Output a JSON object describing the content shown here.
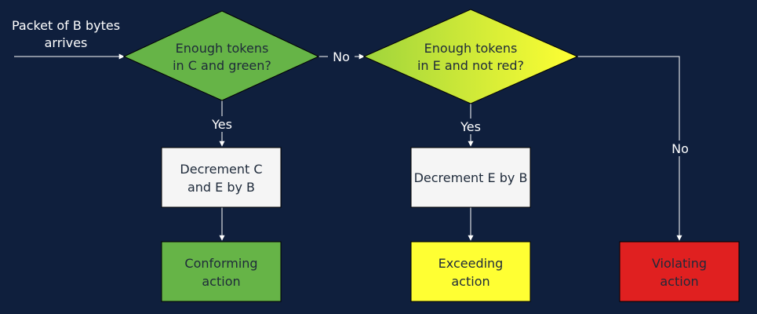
{
  "start_label": [
    "Packet of B bytes",
    "arrives"
  ],
  "decision_green": [
    "Enough tokens",
    "in C and green?"
  ],
  "decision_exceed": [
    "Enough tokens",
    "in E and not red?"
  ],
  "edge_labels": {
    "no_1": "No",
    "yes_1": "Yes",
    "yes_2": "Yes",
    "no_2": "No"
  },
  "process_ce": [
    "Decrement C",
    "and E by B"
  ],
  "process_e": [
    "Decrement E by B"
  ],
  "result_conform": [
    "Conforming",
    "action"
  ],
  "result_exceed": [
    "Exceeding",
    "action"
  ],
  "result_violate": [
    "Violating",
    "action"
  ],
  "colors": {
    "background": "#0f1f3d",
    "conforming": "#66b447",
    "exceeding": "#ffff33",
    "violating": "#e02020",
    "process_box": "#f5f5f5",
    "decision2_gradient": [
      "#a8d93c",
      "#ffff33"
    ]
  }
}
